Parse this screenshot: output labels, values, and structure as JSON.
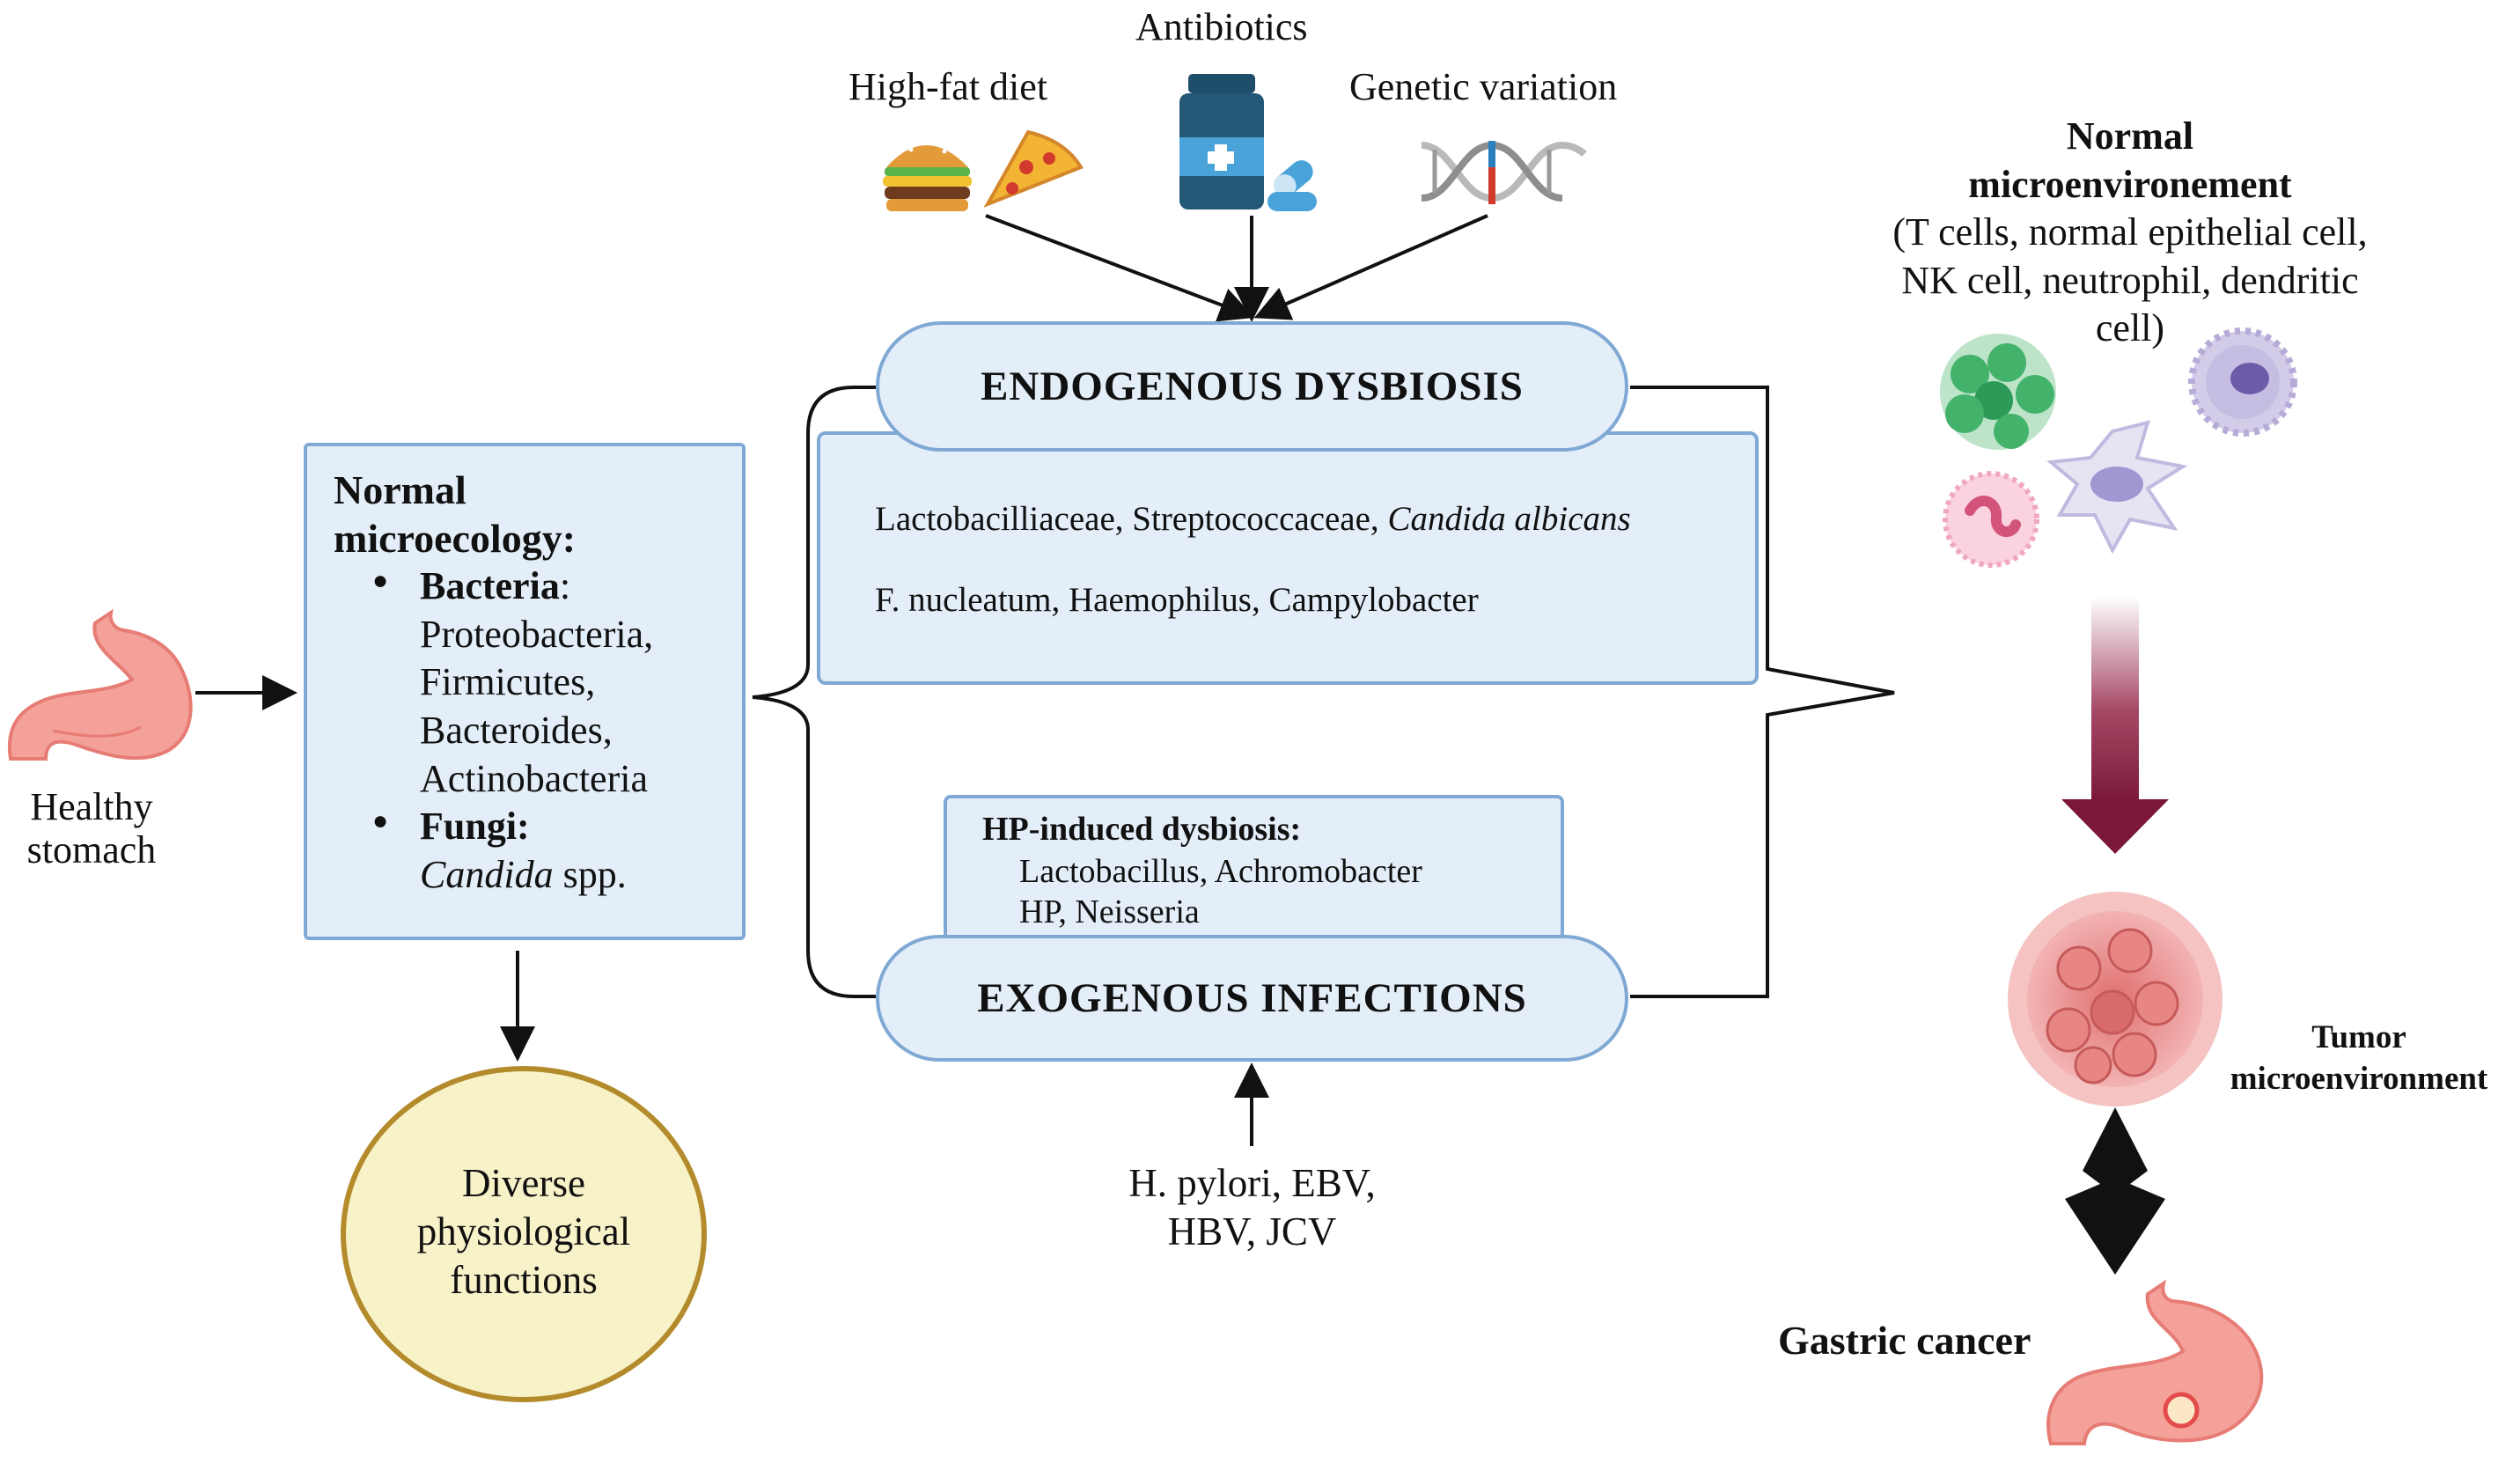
{
  "risk_factors": {
    "antibiotics": "Antibiotics",
    "high_fat_diet": "High-fat diet",
    "genetic_variation": "Genetic variation"
  },
  "healthy_stomach": {
    "line1": "Healthy",
    "line2": "stomach"
  },
  "normal_microecology": {
    "title_line1": "Normal",
    "title_line2": "microecology:",
    "bacteria_label": "Bacteria",
    "bacteria_colon": ":",
    "bacteria_items": [
      "Proteobacteria,",
      "Firmicutes,",
      "Bacteroides,",
      "Actinobacteria"
    ],
    "fungi_label": "Fungi:",
    "fungi_genus": "Candida",
    "fungi_suffix": " spp."
  },
  "diverse_functions": {
    "line1": "Diverse",
    "line2": "physiological",
    "line3": "functions"
  },
  "endogenous_dysbiosis": {
    "title": "ENDOGENOUS DYSBIOSIS",
    "increased_prefix": "Lactobacilliaceae, Streptococcaceae, ",
    "increased_italic": "Candida albicans",
    "decreased": "F. nucleatum, Haemophilus, Campylobacter"
  },
  "hp_induced": {
    "title": "HP-induced dysbiosis:",
    "increased": "Lactobacillus, Achromobacter",
    "decreased": "HP, Neisseria"
  },
  "exogenous_infections": {
    "title": "EXOGENOUS INFECTIONS",
    "pathogens_line1": "H. pylori, EBV,",
    "pathogens_line2": "HBV, JCV"
  },
  "normal_microenvironment": {
    "title_line1": "Normal",
    "title_line2": "microenvironement",
    "detail_line1": "(T cells, normal epithelial cell,",
    "detail_line2": "NK cell, neutrophil, dendritic",
    "detail_line3": "cell)"
  },
  "tumor_microenvironment": {
    "line1": "Tumor",
    "line2": "microenvironment"
  },
  "gastric_cancer": "Gastric cancer",
  "colors": {
    "box_fill": "#e3eef9",
    "box_border": "#7fa8d4",
    "circle_fill": "#f7f2c8",
    "circle_border": "#b48b2c",
    "up_arrow": "#c0272d",
    "down_arrow": "#111111",
    "gradient_arrow": "#7b1838",
    "stomach": "#f29a93"
  }
}
